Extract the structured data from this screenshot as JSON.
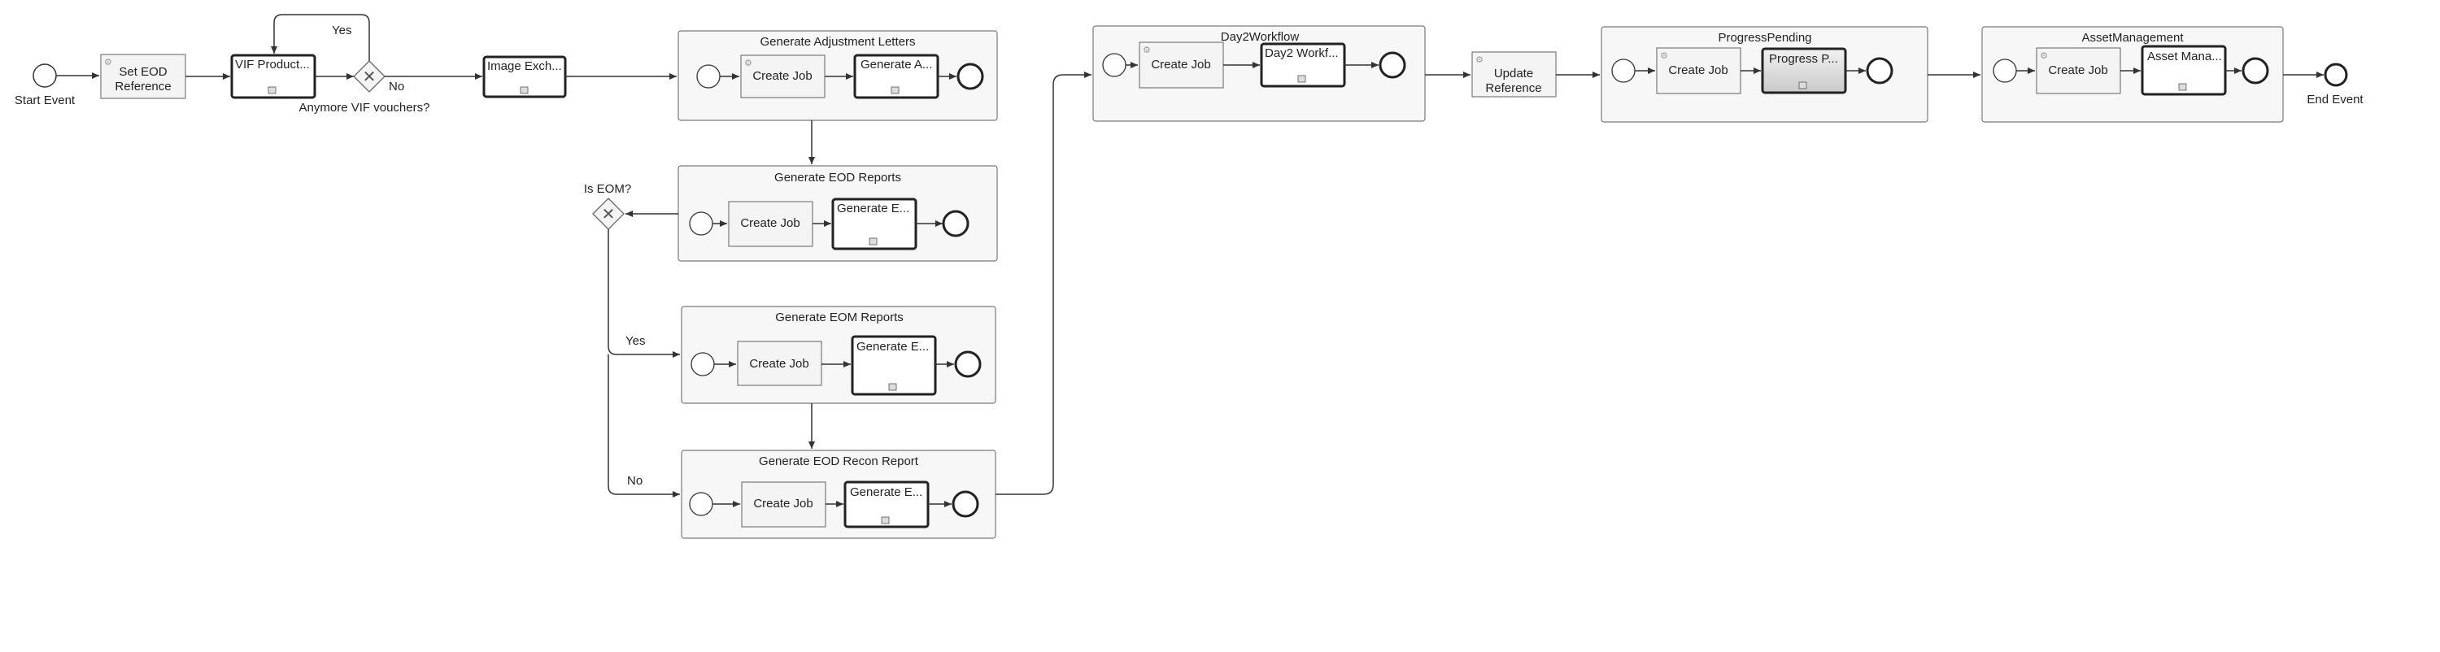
{
  "events": {
    "start": "Start Event",
    "end": "End Event"
  },
  "tasks": {
    "set_eod": [
      "Set EOD",
      "Reference"
    ],
    "vif": "VIF Product...",
    "image_exch": "Image Exch...",
    "update_ref": [
      "Update",
      "Reference"
    ]
  },
  "gateways": {
    "vouchers": "Anymore VIF vouchers?",
    "eom": "Is EOM?"
  },
  "flow_labels": {
    "yes1": "Yes",
    "no1": "No",
    "yes2": "Yes",
    "no2": "No"
  },
  "subprocesses": {
    "adj": {
      "title": "Generate Adjustment Letters",
      "job": "Create Job",
      "call": "Generate A..."
    },
    "eod_reports": {
      "title": "Generate EOD Reports",
      "job": "Create Job",
      "call": "Generate E..."
    },
    "eom_reports": {
      "title": "Generate EOM Reports",
      "job": "Create Job",
      "call": "Generate E..."
    },
    "recon": {
      "title": "Generate EOD Recon Report",
      "job": "Create Job",
      "call": "Generate E..."
    },
    "day2": {
      "title": "Day2Workflow",
      "job": "Create Job",
      "call": "Day2 Workf..."
    },
    "progress": {
      "title": "ProgressPending",
      "job": "Create Job",
      "call": "Progress P..."
    },
    "asset": {
      "title": "AssetManagement",
      "job": "Create Job",
      "call": "Asset Mana..."
    }
  },
  "colors": {
    "stroke": "#333333",
    "pool_fill": "#f7f7f7",
    "pool_stroke": "#7a7a7a",
    "task_fill": "#f4f4f4"
  }
}
